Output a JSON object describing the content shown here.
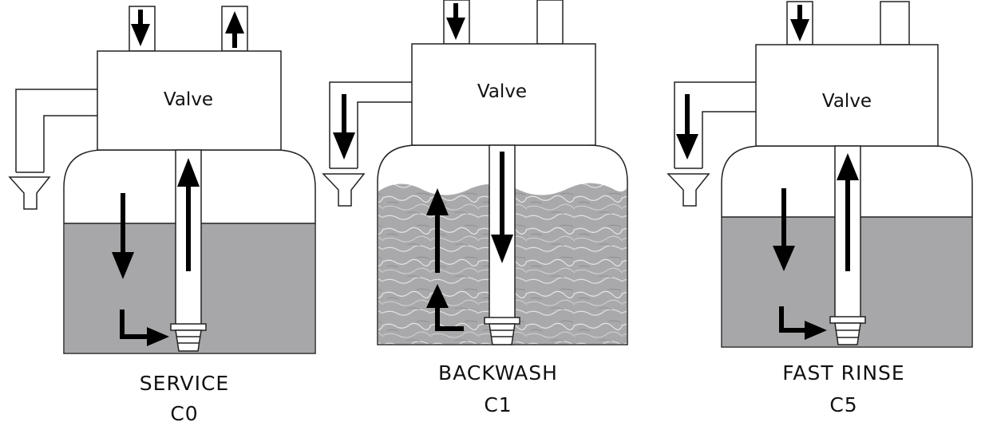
{
  "panels": [
    {
      "valve_label": "Valve",
      "mode_label": "SERVICE",
      "code_label": "C0"
    },
    {
      "valve_label": "Valve",
      "mode_label": "BACKWASH",
      "code_label": "C1"
    },
    {
      "valve_label": "Valve",
      "mode_label": "FAST RINSE",
      "code_label": "C5"
    }
  ],
  "colors": {
    "water": "#a7a7a9",
    "outline": "#222222",
    "arrow": "#000000",
    "background": "#ffffff"
  }
}
